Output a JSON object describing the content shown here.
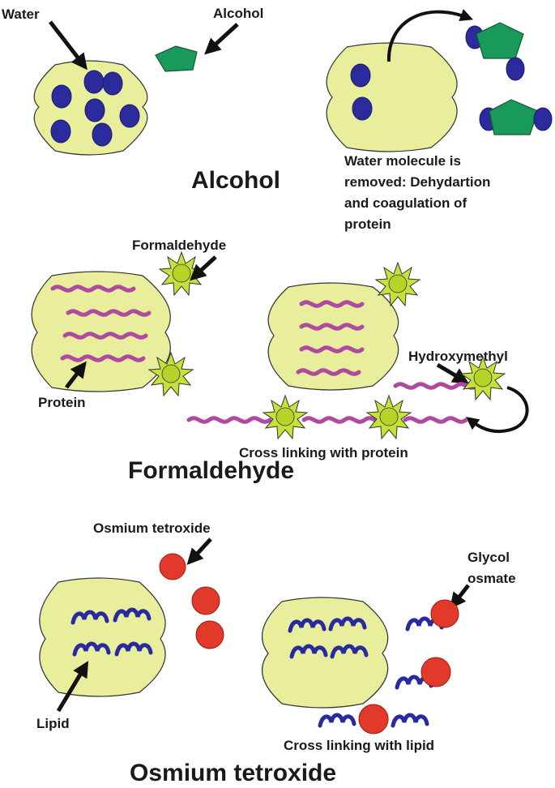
{
  "alcohol": {
    "water_label": "Water",
    "alcohol_label": "Alcohol",
    "result_lines": [
      "Water molecule is",
      "removed: Dehydartion",
      "and coagulation of",
      "protein"
    ],
    "title": "Alcohol"
  },
  "formaldehyde": {
    "formaldehyde_label": "Formaldehyde",
    "protein_label": "Protein",
    "hydroxymethyl_label": "Hydroxymethyl",
    "crosslink_label": "Cross linking with protein",
    "title": "Formaldehyde"
  },
  "osmium": {
    "osmium_label": "Osmium tetroxide",
    "glycol_lines": [
      "Glycol",
      "osmate"
    ],
    "lipid_label": "Lipid",
    "crosslink_label": "Cross linking with lipid",
    "title": "Osmium tetroxide"
  },
  "colors": {
    "cell": "#e8ee9c",
    "water": "#2b2b9e",
    "alcohol": "#1a9a5a",
    "protein": "#b04aa0",
    "formaldehyde": "#c6e23a",
    "lipid": "#2a2aa0",
    "osmium": "#e23a2a"
  }
}
